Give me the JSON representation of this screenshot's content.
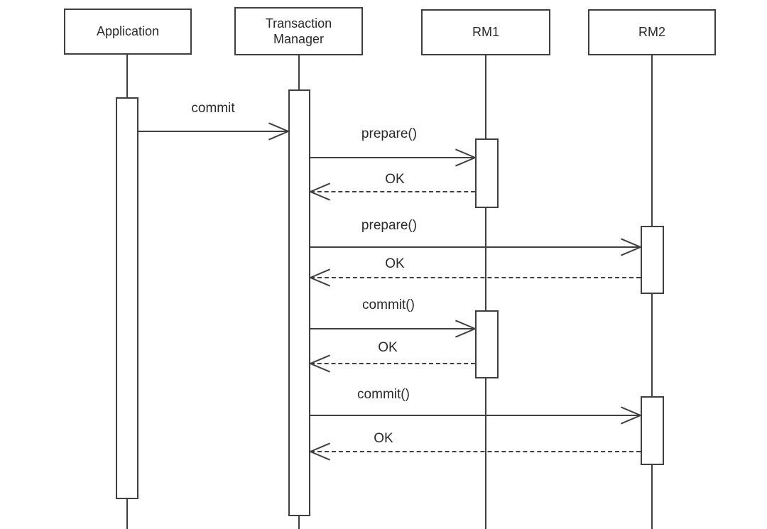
{
  "diagram": {
    "type": "uml-sequence",
    "colors": {
      "line": "#3f3f3f",
      "text": "#2b2b2b",
      "background": "#ffffff"
    },
    "actors": [
      {
        "label": "Application"
      },
      {
        "label": "Transaction Manager"
      },
      {
        "label": "RM1"
      },
      {
        "label": "RM2"
      }
    ],
    "messages": [
      {
        "label": "commit",
        "from": "Application",
        "to": "Transaction Manager",
        "style": "solid"
      },
      {
        "label": "prepare()",
        "from": "Transaction Manager",
        "to": "RM1",
        "style": "solid"
      },
      {
        "label": "OK",
        "from": "RM1",
        "to": "Transaction Manager",
        "style": "dashed"
      },
      {
        "label": "prepare()",
        "from": "Transaction Manager",
        "to": "RM2",
        "style": "solid"
      },
      {
        "label": "OK",
        "from": "RM2",
        "to": "Transaction Manager",
        "style": "dashed"
      },
      {
        "label": "commit()",
        "from": "Transaction Manager",
        "to": "RM1",
        "style": "solid"
      },
      {
        "label": "OK",
        "from": "RM1",
        "to": "Transaction Manager",
        "style": "dashed"
      },
      {
        "label": "commit()",
        "from": "Transaction Manager",
        "to": "RM2",
        "style": "solid"
      },
      {
        "label": "OK",
        "from": "RM2",
        "to": "Transaction Manager",
        "style": "dashed"
      }
    ]
  }
}
